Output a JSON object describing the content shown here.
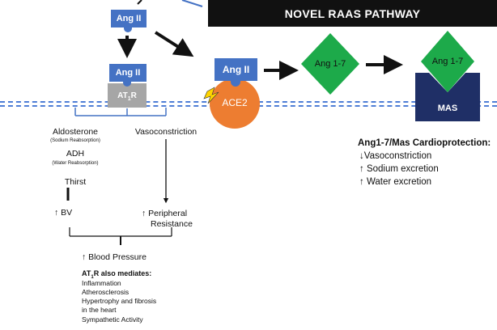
{
  "banner": {
    "title": "NOVEL RAAS PATHWAY"
  },
  "left": {
    "ang_top": "Ang II",
    "ang_receptor": "Ang II",
    "receptor_main": "AT",
    "receptor_sub": "1",
    "receptor_suffix": "R",
    "aldosterone": "Aldosterone",
    "aldosterone_note": "(Sodium Reabsorption)",
    "adh": "ADH",
    "adh_note": "(Water Reabsorption)",
    "thirst": "Thirst",
    "bv": "↑ BV",
    "vasoconstriction": "Vasoconstriction",
    "peripheral_1": "↑ Peripheral",
    "peripheral_2": "Resistance",
    "blood_pressure": "↑ Blood Pressure",
    "mediates_pre": "AT",
    "mediates_sub": "1",
    "mediates_post": "R also mediates:",
    "mediates": [
      "Inflammation",
      "Atherosclerosis",
      "Hypertrophy and fibrosis",
      "in the heart",
      "Sympathetic Activity"
    ]
  },
  "novel": {
    "ang_ace2": "Ang II",
    "ace2": "ACE2",
    "ang17_a": "Ang 1-7",
    "ang17_b": "Ang 1-7",
    "mas": "MAS",
    "cardio_title": "Ang1-7/Mas Cardioprotection:",
    "effects": [
      "↓Vasoconstriction",
      "↑ Sodium  excretion",
      "↑ Water excretion"
    ]
  },
  "colors": {
    "blue": "#4472c4",
    "green": "#1daa4a",
    "orange": "#ed7d31",
    "navy": "#1f2f66",
    "gray": "#a6a6a6",
    "membrane": "#4f7ed6"
  }
}
